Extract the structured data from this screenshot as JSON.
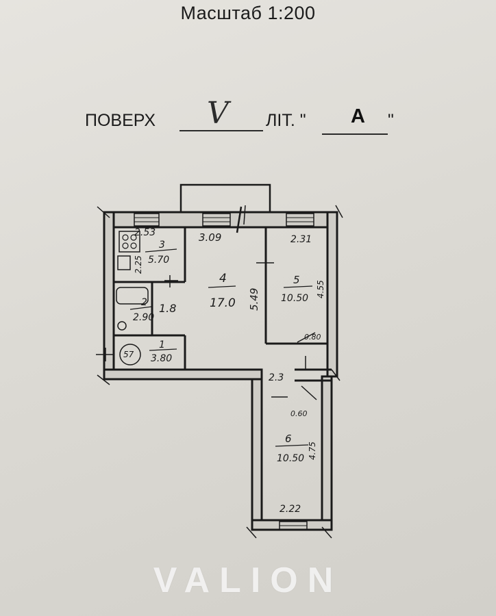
{
  "header": {
    "scale": "Масштаб 1:200",
    "floor_label": "ПОВЕРХ",
    "floor_value": "V",
    "lit_label": "ЛІТ. \"",
    "lit_value": "А",
    "lit_close": "\""
  },
  "rooms": [
    {
      "number": "1",
      "area": "3.80"
    },
    {
      "number": "2",
      "area": "2.90"
    },
    {
      "number": "3",
      "area": "5.70"
    },
    {
      "number": "4",
      "area": "17.0"
    },
    {
      "number": "5",
      "area": "10.50"
    },
    {
      "number": "6",
      "area": "10.50"
    }
  ],
  "dimensions": {
    "room3_width": "2.53",
    "room3_depth": "2.25",
    "room4_width": "3.09",
    "room4_depth": "5.49",
    "room5_width": "2.31",
    "room5_depth": "4.55",
    "room6_depth": "4.75",
    "room6_width": "2.22",
    "corridor_width": "1.8",
    "hall_width": "2.3",
    "door_a": "0.80",
    "door_b": "0.60",
    "shaft": "57"
  },
  "watermark": "VALION"
}
